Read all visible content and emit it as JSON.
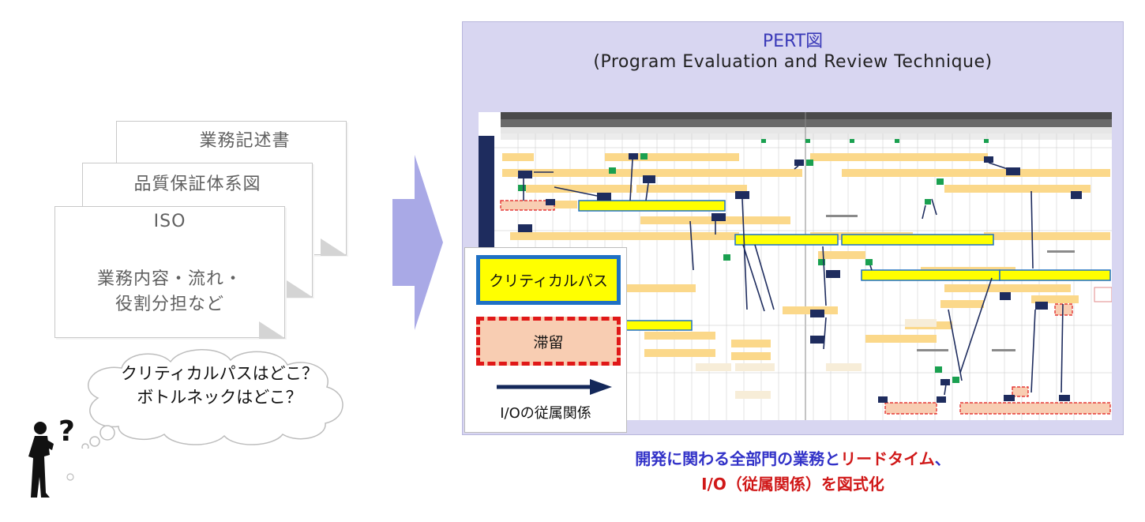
{
  "documents": {
    "doc_back_title": "業務記述書",
    "doc_middle_title": "品質保証体系図",
    "doc_front_title": "ISO",
    "doc_front_body_line1": "業務内容・流れ・",
    "doc_front_body_line2": "役割分担など"
  },
  "thought": {
    "line1": "クリティカルパスはどこ？",
    "line2": "ボトルネックはどこ？",
    "question_mark": "?"
  },
  "pert": {
    "title": "PERT図",
    "subtitle": "(Program Evaluation and Review Technique)"
  },
  "legend": {
    "critical_path": "クリティカルパス",
    "stagnation": "滞留",
    "io_dependency": "I/Oの従属関係"
  },
  "caption": {
    "line1_part1": "開発に関わる全部門の業務と",
    "line1_part2": "リードタイム",
    "line1_part3": "、",
    "line2_part1": "I/O（従属関係）",
    "line2_part2": "を図式化"
  },
  "colors": {
    "critical_fill": "#ffff00",
    "critical_border": "#1f70c4",
    "stagnation_fill": "#f8cdb2",
    "stagnation_border": "#e01818",
    "arrow_navy": "#14285a",
    "panel_bg": "#d8d6f1",
    "big_arrow": "#a9a9e6",
    "caption_blue": "#3232c8",
    "caption_red": "#d01818"
  }
}
